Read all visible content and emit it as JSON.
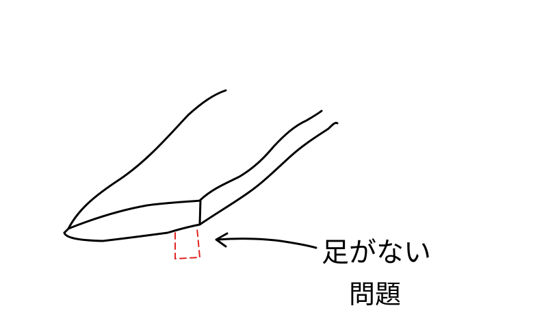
{
  "annotation": {
    "line1": "足がない",
    "line2": "問題"
  },
  "colors": {
    "background": "#ffffff",
    "ink": "#000000",
    "highlight": "#e02020"
  },
  "icons": {
    "missing_leg": "dashed-red-box",
    "pointer": "left-arrow"
  }
}
